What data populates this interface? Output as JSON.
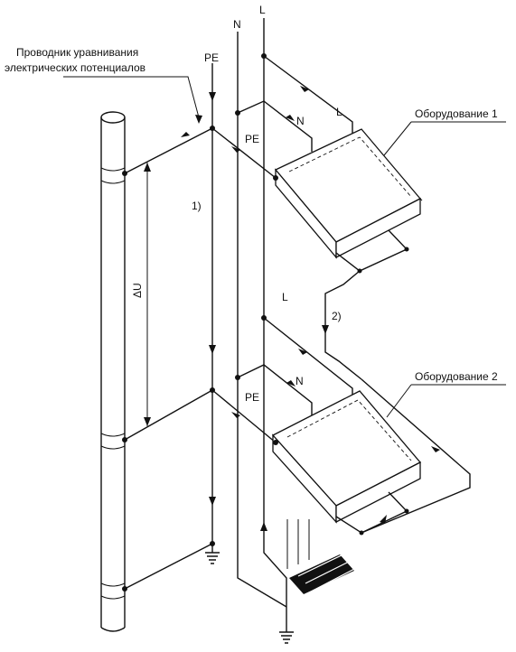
{
  "labels": {
    "conductor_title_line1": "Проводник уравнивания",
    "conductor_title_line2": "электрических потенциалов",
    "pe_top": "PE",
    "n_top": "N",
    "l_top": "L",
    "equipment1": "Оборудование 1",
    "equipment2": "Оборудование 2",
    "l_eq1": "L",
    "n_eq1": "N",
    "pe_eq1": "PE",
    "l_mid": "L",
    "n_eq2": "N",
    "pe_eq2": "PE",
    "note1": "1)",
    "note2": "2)",
    "delta_u": "ΔU"
  },
  "colors": {
    "line": "#111111",
    "background": "#ffffff"
  }
}
